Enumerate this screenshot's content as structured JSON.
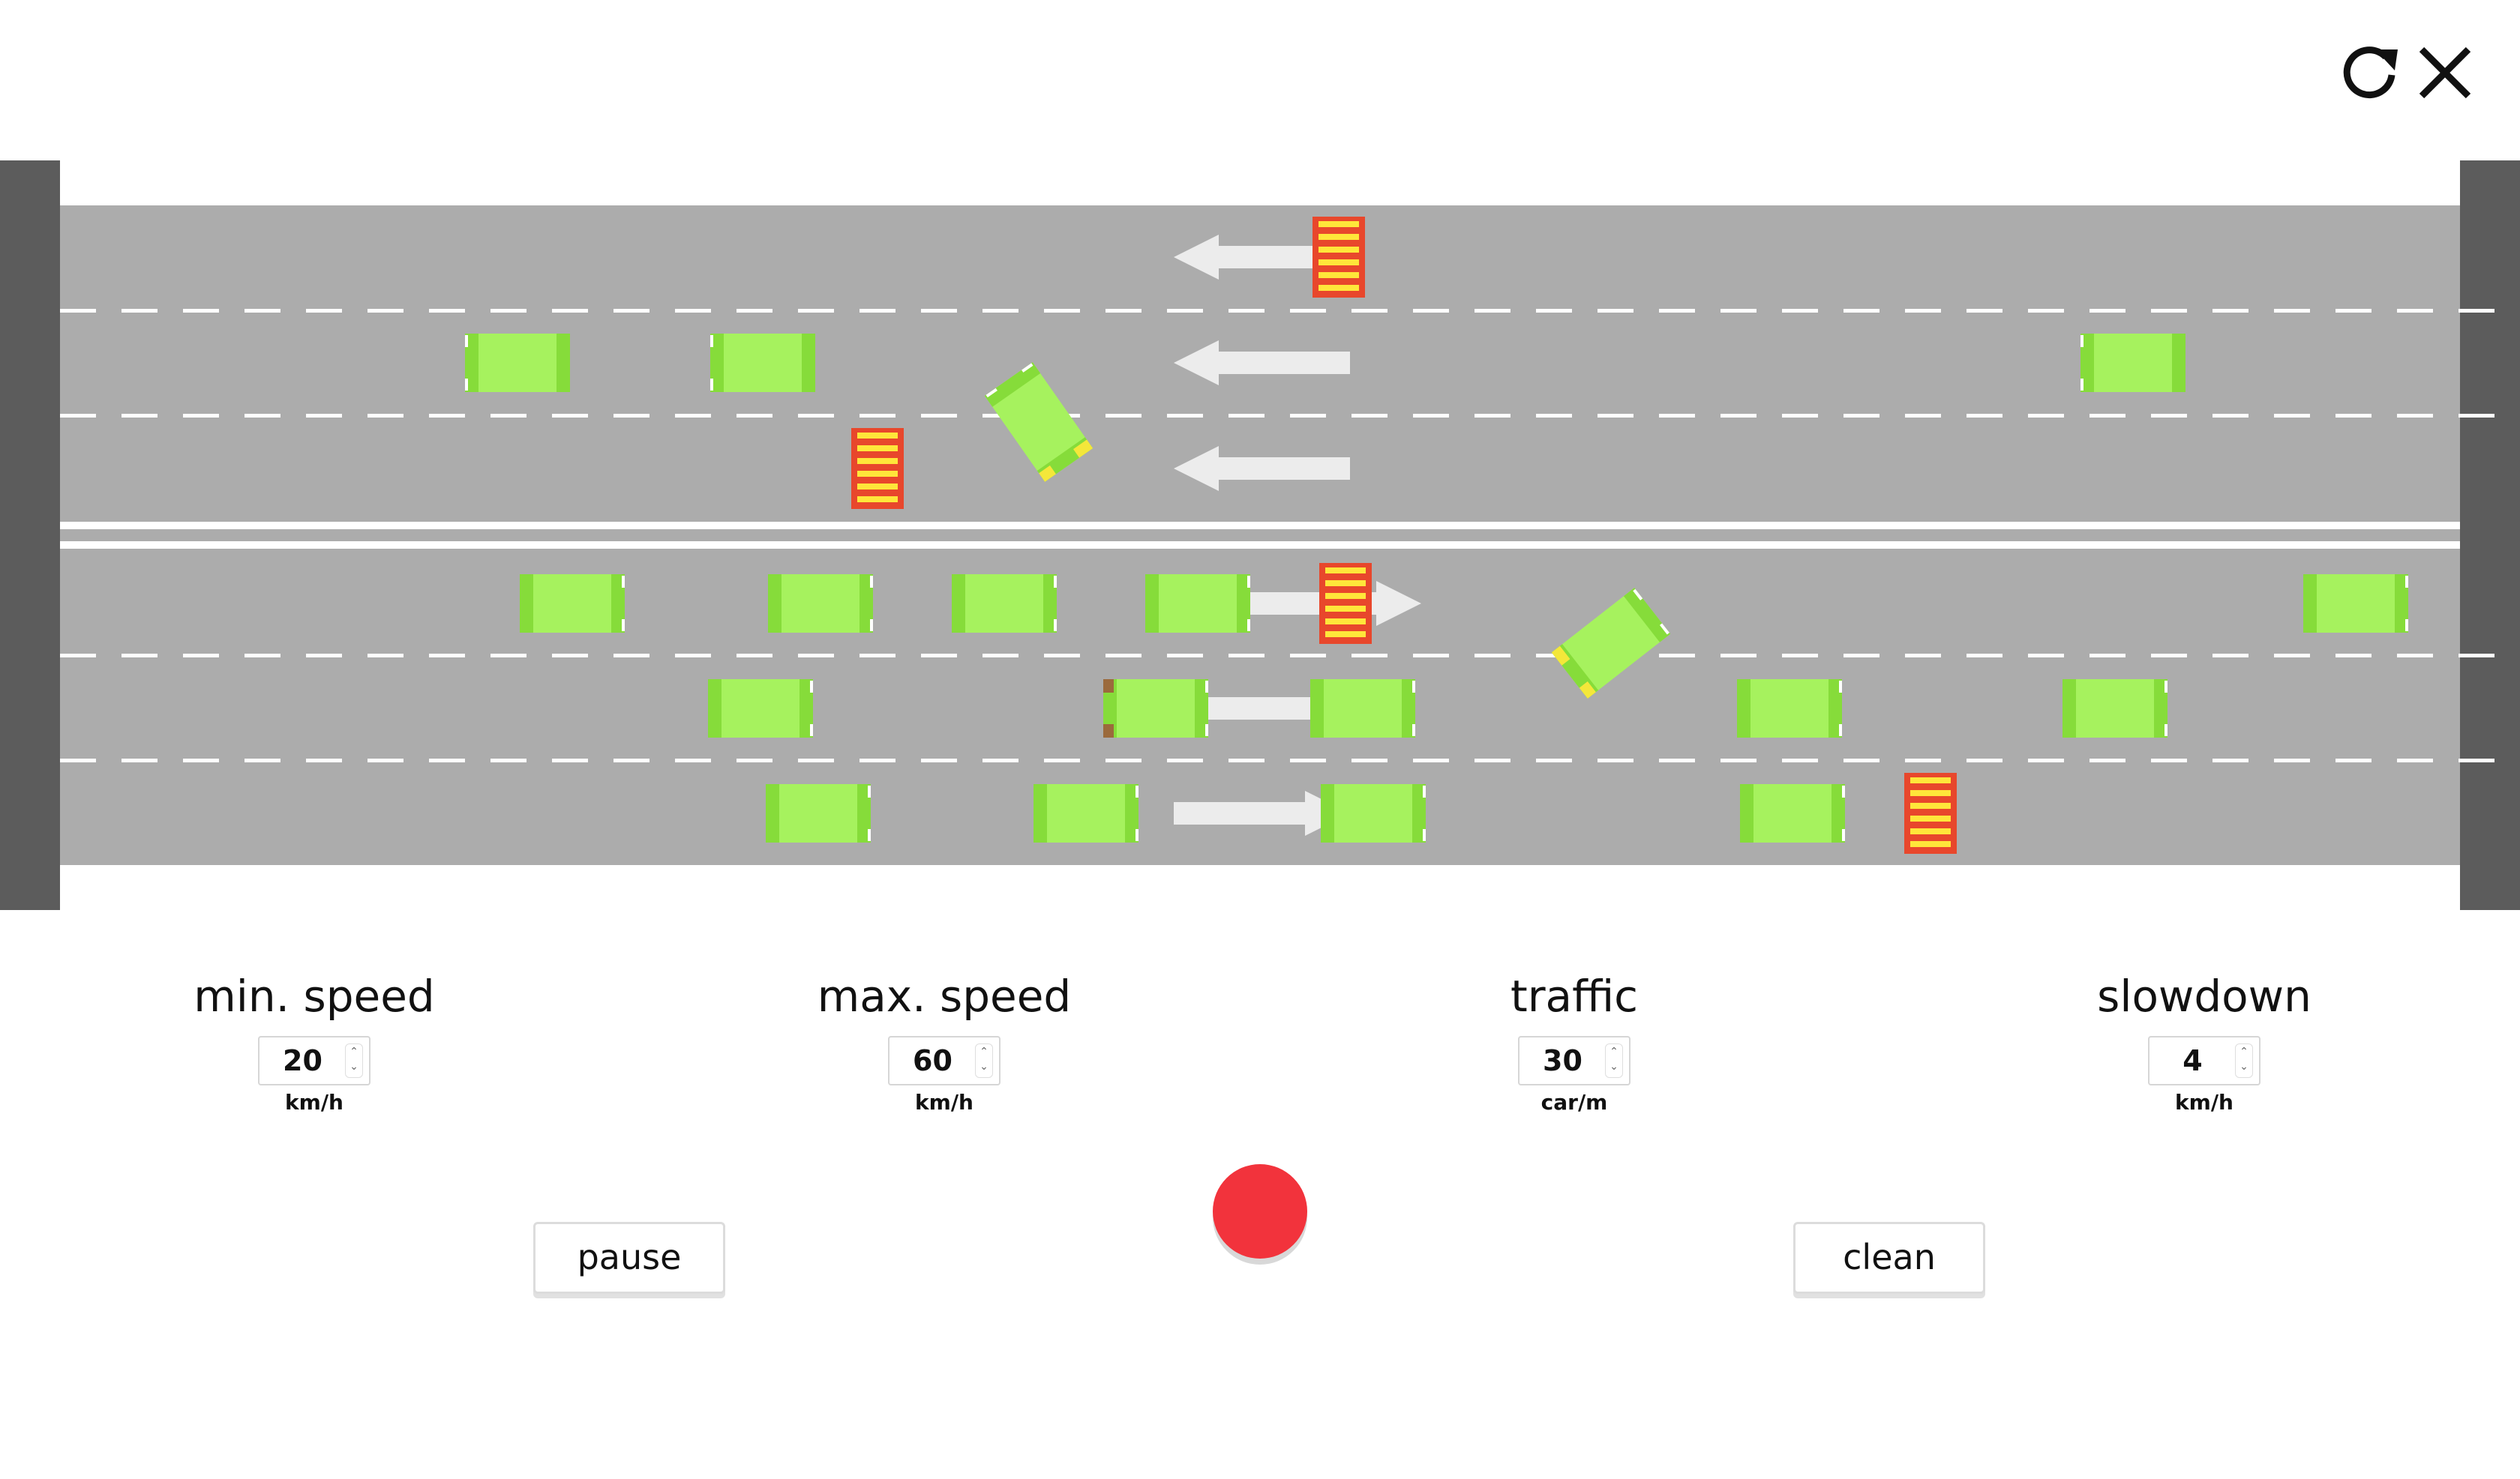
{
  "toolbar": {
    "reload_icon": "reload-icon",
    "close_icon": "close-icon"
  },
  "simulation": {
    "lanes_per_direction": 3,
    "colors": {
      "road": "#acacac",
      "barrier": "#5c5c5c",
      "lane_marking": "#ffffff",
      "car_body": "#a6f25e",
      "car_shade": "#86dc3a",
      "obstacle_red": "#e8472c",
      "obstacle_yellow": "#ffe63a",
      "arrow": "#ececec"
    },
    "lane_direction_arrows": [
      "left",
      "left",
      "left",
      "right",
      "right",
      "right"
    ]
  },
  "controls": [
    {
      "label": "min. speed",
      "value": "20",
      "unit": "km/h"
    },
    {
      "label": "max. speed",
      "value": "60",
      "unit": "km/h"
    },
    {
      "label": "traffic",
      "value": "30",
      "unit": "car/m"
    },
    {
      "label": "slowdown",
      "value": "4",
      "unit": "km/h"
    }
  ],
  "buttons": {
    "pause": "pause",
    "clean": "clean"
  },
  "record": {
    "color": "#f2333c"
  }
}
